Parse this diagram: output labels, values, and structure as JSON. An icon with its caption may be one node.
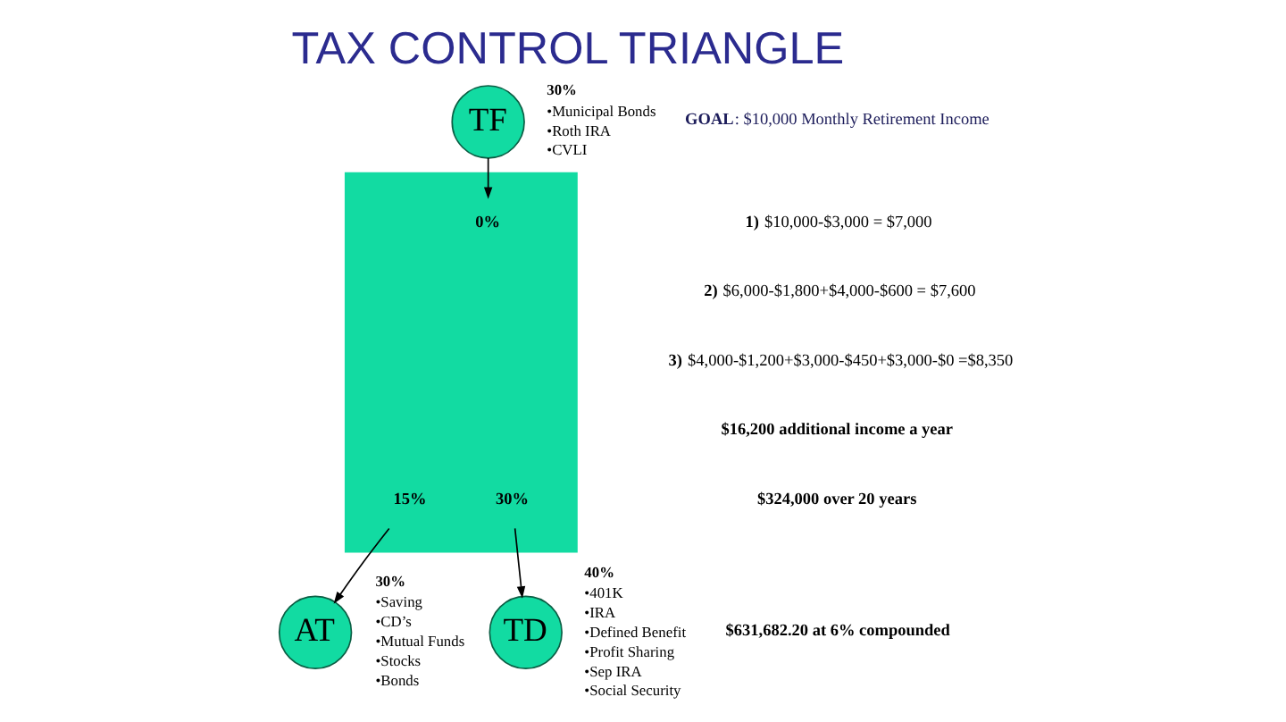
{
  "diagram": {
    "title": "TAX CONTROL TRIANGLE",
    "nodes": [
      {
        "text": [
          "TF"
        ],
        "beside": [
          "30%",
          "•Municipal Bonds",
          "•Roth IRA",
          "•CVLI"
        ]
      },
      {
        "text": [],
        "shape": "triangle"
      },
      {
        "text": [
          "0%"
        ],
        "in": 1
      },
      {
        "text": [
          "15%"
        ],
        "in": 1
      },
      {
        "text": [
          "30%"
        ],
        "in": 1
      },
      {
        "text": [
          "AT"
        ],
        "beside": [
          "30%",
          "•Saving",
          "•CD’s",
          "•Mutual Funds",
          "•Stocks",
          "•Bonds"
        ]
      },
      {
        "text": [
          "TD"
        ],
        "beside": [
          "40%",
          "•401K",
          "•IRA",
          "•Defined Benefit",
          "•Profit Sharing",
          "•Sep IRA",
          "•Social Security"
        ]
      }
    ],
    "edges": [
      {
        "from": 0,
        "to": 2,
        "arrow": "to"
      },
      {
        "from": 3,
        "to": 5,
        "arrow": "to"
      },
      {
        "from": 4,
        "to": 6,
        "arrow": "to"
      }
    ],
    "labels": [
      "**GOAL**: $10,000 Monthly Retirement Income",
      "**1)** $10,000-$3,000 = $7,000",
      "**2)** $6,000-$1,800+$4,000-$600 = $7,600",
      "**3)** $4,000-$1,200+$3,000-$450+$3,000-$0 =$8,350",
      "$16,200 additional income a year",
      "$324,000 over 20 years",
      "$631,682.20 at 6% compounded"
    ]
  }
}
